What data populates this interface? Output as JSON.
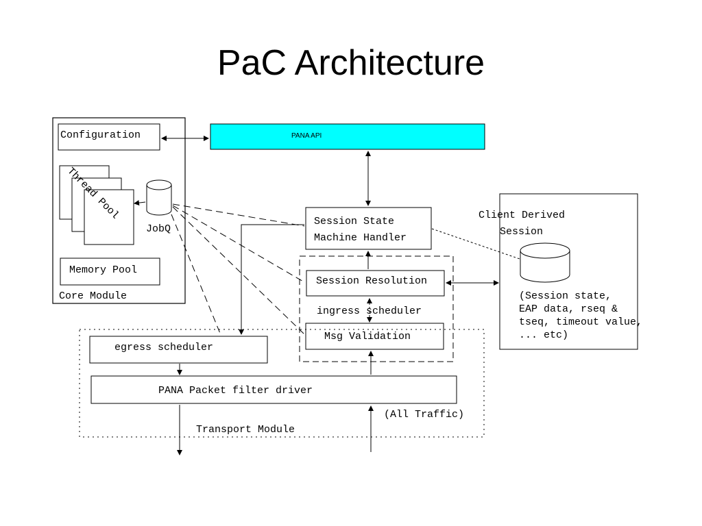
{
  "slide": {
    "title": "PaC Architecture"
  },
  "diagram": {
    "core_module": {
      "configuration": "Configuration",
      "thread_pool": "Thread Pool",
      "jobq": "JobQ",
      "memory_pool": "Memory Pool",
      "label": "Core Module"
    },
    "pana_api": "PANA API",
    "session_state_machine_handler": [
      "Session State",
      "Machine Handler"
    ],
    "session_resolution": "Session Resolution",
    "ingress_scheduler": "ingress scheduler",
    "msg_validation": "Msg Validation",
    "egress_scheduler": "egress scheduler",
    "pana_packet_filter_driver": "PANA Packet filter driver",
    "all_traffic": "(All Traffic)",
    "transport_module": "Transport Module",
    "client_derived_session": {
      "title": [
        "Client Derived",
        "Session"
      ],
      "details": [
        "(Session state,",
        "EAP data, rseq &",
        "tseq, timeout value,",
        "... etc)"
      ]
    },
    "colors": {
      "api_fill": "#00ffff",
      "line": "#000000",
      "background": "#ffffff"
    }
  }
}
